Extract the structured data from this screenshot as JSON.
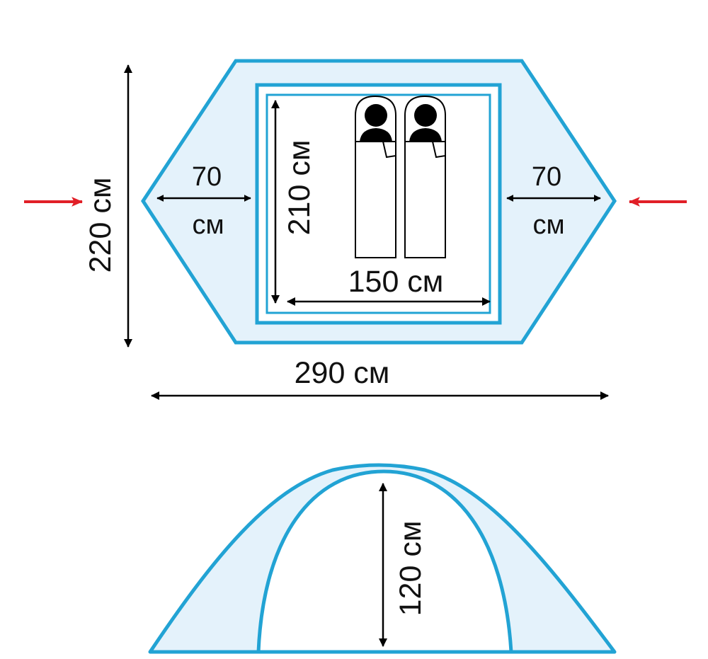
{
  "colors": {
    "outline": "#22a3d4",
    "fill": "#e4f2fb",
    "dimension_line": "#000000",
    "wind_arrow": "#e11f27"
  },
  "top_view": {
    "overall_width_label": "290 см",
    "overall_depth_label": "220 см",
    "left_vestibule": {
      "value": "70",
      "unit": "см"
    },
    "right_vestibule": {
      "value": "70",
      "unit": "см"
    },
    "inner_tent": {
      "length_label": "210 см",
      "width_label": "150 см"
    },
    "sleeping_bags": 2,
    "wind_arrows": [
      "arrow-right",
      "arrow-left"
    ]
  },
  "side_view": {
    "height_label": "120 см"
  }
}
